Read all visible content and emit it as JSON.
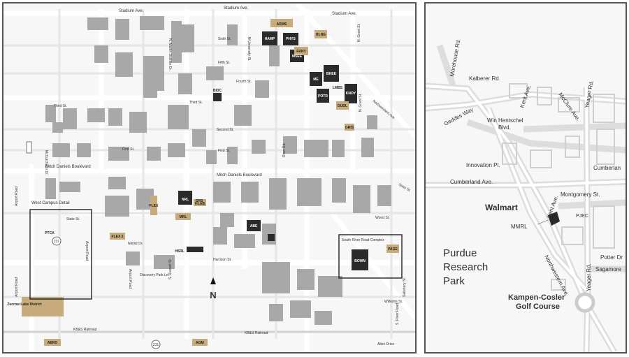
{
  "main_map": {
    "streets": {
      "stadium_ave_left": "Stadium Ave.",
      "stadium_ave_center": "Stadium Ave.",
      "stadium_ave_right": "Stadium Ave.",
      "n_grant_top": "N. Grant St.",
      "n_university": "N University St.",
      "n_martin_jischke": "N. Martin Jischke Dr.",
      "sixth": "Sixth St.",
      "fifth": "Fifth St.",
      "fourth": "Fourth St.",
      "third_left": "Third St.",
      "third_center": "Third St.",
      "second": "Second St.",
      "first_center": "First St.",
      "first_left": "First St.",
      "mitch_daniels_left": "Mitch Daniels Boulevard",
      "mitch_daniels_center": "Mitch Daniels Boulevard",
      "state_st": "State St.",
      "state_st_detail": "State St.",
      "harrison": "Harrison St.",
      "kb_railroad_left": "KB&S Railroad",
      "kb_railroad_right": "KB&S Railroad",
      "airport_road_upper": "Airport Road",
      "airport_road_lower": "Airport Road",
      "airport_road_detail": "Airport Road",
      "mccutcheon": "McCutcheon Dr.",
      "russell": "S. Russell St.",
      "n_grant_east": "N. Grant St.",
      "northwestern": "Northwestern Ave.",
      "river_rd": "River Rd.",
      "wood_st": "Wood St.",
      "williams_st": "Williams St.",
      "s_river_road": "S. River Road",
      "salisbury": "Salisbury St.",
      "allen_drive": "Allen Drive",
      "nimitz": "Nimitz Dr.",
      "discovery_park": "Discovery Park Ln.",
      "airport_road_s": "Airport Road"
    },
    "labels": {
      "west_campus_detail": "West Campus Detail",
      "zucrow_district": "Zucrow Labs District",
      "south_river_complex": "South River Road Complex",
      "north_arrow": "N",
      "route_231_west": "231",
      "route_231_south": "231"
    },
    "buildings": {
      "arms": "ARMS",
      "hamp": "HAMP",
      "phys": "PHYS",
      "msee": "MSEE",
      "frny": "FRNY",
      "hlng": "HLNG",
      "me": "ME",
      "bhee": "BHEE",
      "potr": "POTR",
      "lmbs": "LMBS",
      "knoy": "KNOY",
      "duds": "DUDL",
      "gris": "GRIS",
      "bidc": "BIDC",
      "hlab": "HLAB",
      "nrl": "NRL",
      "mrl": "MRL",
      "flex": "FLEX",
      "grs": "GRS",
      "abe": "ABE",
      "hsrl": "HSRL",
      "flex2": "FLEX 2",
      "ptca": "PTCA",
      "bown": "BOWN",
      "page": "PAGE",
      "aero": "AERO",
      "agm": "AGM"
    }
  },
  "inset_map": {
    "streets": {
      "morehouse": "Morehouse Rd.",
      "kalberer": "Kalberer Rd.",
      "kent_north": "Kent Ave.",
      "mcclure": "McClure Ave.",
      "yeager_north": "Yeager Rd.",
      "geddes": "Geddes Way",
      "win_hentschel_1": "Win Hentschel",
      "win_hentschel_2": "Blvd.",
      "innovation": "Innovation Pl.",
      "cumberland_east": "Cumberlan",
      "cumberland_ave": "Cumberland Ave.",
      "montgomery": "Montgomery St.",
      "kent_south": "Kent Ave.",
      "potter": "Potter Dr",
      "sagamore": "Sagamore",
      "yeager_south": "Yeager Rd.",
      "northwestern": "Northwestern Ave."
    },
    "places": {
      "walmart": "Walmart",
      "mmrl": "MMRL",
      "pjec": "PJEC",
      "research_park_1": "Purdue",
      "research_park_2": "Research",
      "research_park_3": "Park",
      "golf_1": "Kampen-Cosler",
      "golf_2": "Golf Course"
    }
  },
  "colors": {
    "dark_building": "#2b2b2b",
    "tan_building": "#c7ab7a",
    "gray_building": "#a8a8a8",
    "road": "#ffffff",
    "border": "#555555"
  }
}
